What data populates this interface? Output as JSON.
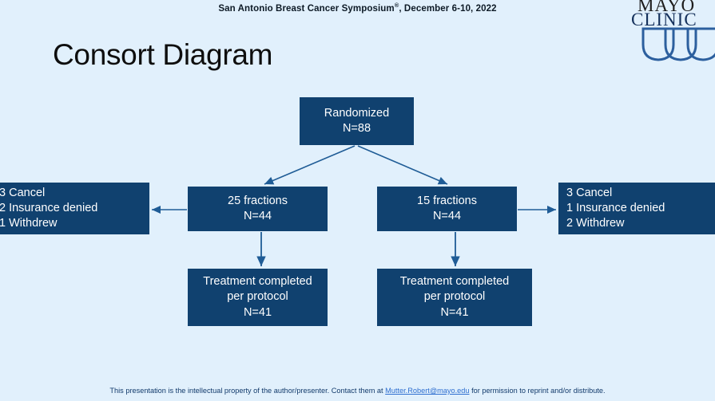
{
  "header": {
    "conference_prefix": "San Antonio Breast Cancer Symposium",
    "registered_mark": "®",
    "conference_suffix": ", December 6-10, 2022"
  },
  "logo": {
    "line1": "MAYO",
    "line2": "CLINIC",
    "emblem": "three-shields"
  },
  "title": "Consort Diagram",
  "diagram": {
    "randomized": {
      "line1": "Randomized",
      "line2": "N=88"
    },
    "arm_left": {
      "line1": "25 fractions",
      "line2": "N=44"
    },
    "arm_right": {
      "line1": "15 fractions",
      "line2": "N=44"
    },
    "completed_left": {
      "line1": "Treatment completed",
      "line2": "per protocol",
      "line3": "N=41"
    },
    "completed_right": {
      "line1": "Treatment completed",
      "line2": "per protocol",
      "line3": "N=41"
    },
    "dropout_left": {
      "line1": "3 Cancel",
      "line2": "2 Insurance denied",
      "line3": "1 Withdrew"
    },
    "dropout_right": {
      "line1": "3 Cancel",
      "line2": "1 Insurance denied",
      "line3": "2 Withdrew"
    }
  },
  "footer": {
    "text_before": "This presentation is the intellectual property of the author/presenter. Contact them at",
    "email": "Mutter.Robert@mayo.edu",
    "text_after": "for permission to reprint and/or distribute."
  },
  "colors": {
    "slide_background": "#e1f0fc",
    "node_fill": "#10416f",
    "node_text": "#ffffff",
    "connector": "#1f5c96",
    "title_text": "#0e0e0e",
    "footer_text": "#123a6b",
    "footer_link": "#2f6fd0",
    "logo_shield": "#2c5f9e"
  }
}
